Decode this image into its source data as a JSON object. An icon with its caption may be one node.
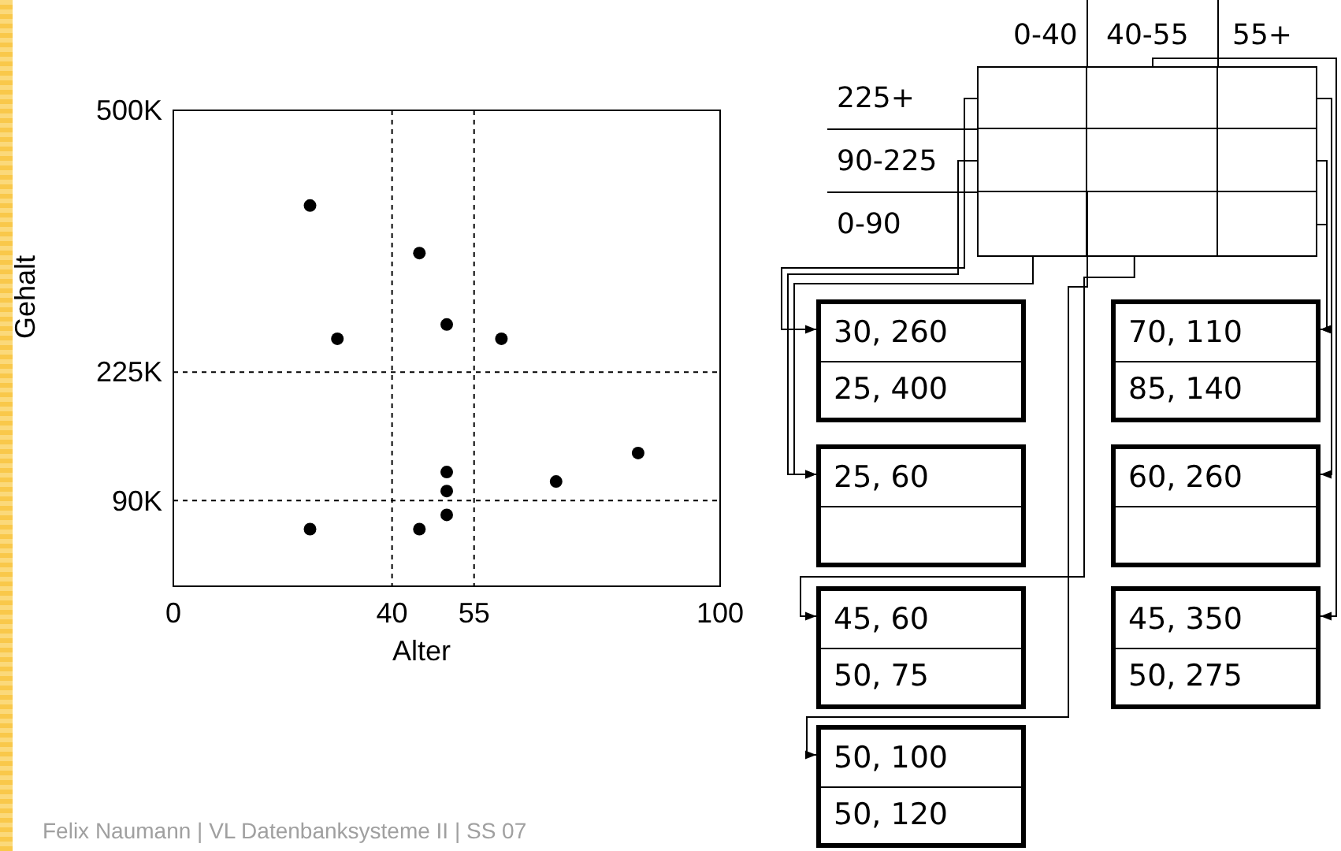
{
  "diagram": {
    "nodes": [
      {
        "text": [],
        "shape": "box"
      },
      {
        "text": [],
        "shape": "box"
      },
      {
        "text": [],
        "shape": "box"
      },
      {
        "text": [],
        "shape": "box"
      },
      {
        "text": [],
        "shape": "box"
      },
      {
        "text": [],
        "shape": "box"
      },
      {
        "text": [],
        "shape": "box"
      },
      {
        "text": [],
        "shape": "box"
      },
      {
        "text": [],
        "shape": "box"
      },
      {
        "text": [
          "30, 260",
          "25, 400"
        ]
      },
      {
        "text": [
          "70, 110",
          "85, 140"
        ]
      },
      {
        "text": [
          "25, 60"
        ]
      },
      {
        "text": [
          "60, 260"
        ]
      },
      {
        "text": [
          "45, 60",
          "50, 75"
        ]
      },
      {
        "text": [
          "45, 350",
          "50, 275"
        ]
      },
      {
        "text": [
          "50, 100",
          "50, 120"
        ]
      }
    ],
    "edges": [
      {
        "from": 0,
        "to": 9,
        "arrow": "to"
      },
      {
        "from": 3,
        "to": 11,
        "arrow": "to"
      },
      {
        "from": 6,
        "to": 11,
        "arrow": "to"
      },
      {
        "from": 1,
        "to": 14,
        "arrow": "to"
      },
      {
        "from": 4,
        "to": 15,
        "arrow": "to"
      },
      {
        "from": 7,
        "to": 13,
        "arrow": "to"
      },
      {
        "from": 2,
        "to": 12,
        "arrow": "to"
      },
      {
        "from": 5,
        "to": 10,
        "arrow": "to"
      },
      {
        "from": 8,
        "to": 10,
        "arrow": "to"
      }
    ],
    "labels": [
      "0-40",
      "40-55",
      "55+",
      "225+",
      "90-225",
      "0-90",
      "Felix Naumann | VL Datenbanksysteme II | SS 07"
    ],
    "chart_data": {
      "type": "scatter",
      "xlabel": "Alter",
      "ylabel": "Gehalt",
      "x": [
        25,
        30,
        25,
        45,
        50,
        50,
        50,
        70,
        85,
        60,
        45,
        50
      ],
      "series": [
        {
          "color": "#000000",
          "values": [
            400,
            260,
            60,
            60,
            75,
            100,
            120,
            110,
            140,
            260,
            350,
            275
          ]
        }
      ],
      "grid": true,
      "xlim": [
        0,
        100
      ],
      "ylim": [
        0,
        500
      ],
      "xticks": [
        0,
        40,
        55,
        100
      ],
      "yticks": [
        {
          "value": 90,
          "label": "90K"
        },
        {
          "value": 225,
          "label": "225K"
        },
        {
          "value": 500,
          "label": "500K"
        }
      ]
    }
  }
}
